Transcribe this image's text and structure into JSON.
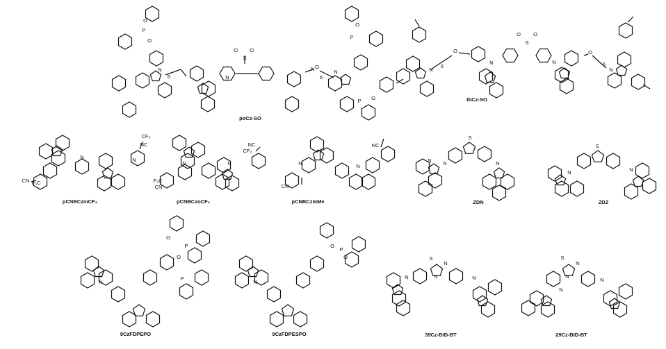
{
  "figure": {
    "structures": [
      {
        "id": "poCz-SO",
        "label": "poCz-SO",
        "atoms": [
          "P",
          "O",
          "O",
          "S",
          "O",
          "O",
          "N",
          "N",
          "N",
          "O",
          "N",
          "O",
          "P",
          "O",
          "P"
        ],
        "subscripts": [
          "6",
          "6"
        ]
      },
      {
        "id": "tbCz-SO",
        "label": "tbCz-SO",
        "atoms": [
          "N",
          "O",
          "S",
          "O",
          "O",
          "N",
          "N",
          "O",
          "N"
        ],
        "subscripts": [
          "6",
          "6"
        ]
      },
      {
        "id": "pCNBCzmCF3",
        "label": "pCNBCzmCF₃",
        "atoms": [
          "NC",
          "CF₃",
          "N",
          "N",
          "CN",
          "F₃C"
        ]
      },
      {
        "id": "pCNBCzoCF3",
        "label": "pCNBCzoCF₃",
        "atoms": [
          "NC",
          "CF₃",
          "N",
          "N",
          "F₃C",
          "CN"
        ]
      },
      {
        "id": "pCNBCzmMe",
        "label": "pCNBCzmMe",
        "atoms": [
          "NC",
          "N",
          "N",
          "CN"
        ]
      },
      {
        "id": "ZDN",
        "label": "ZDN",
        "atoms": [
          "S",
          "N",
          "N",
          "N"
        ]
      },
      {
        "id": "ZDZ",
        "label": "ZDZ",
        "atoms": [
          "S",
          "N",
          "N"
        ]
      },
      {
        "id": "9CzFDPEPO",
        "label": "9CzFDPEPO",
        "atoms": [
          "O",
          "P",
          "O",
          "P",
          "N"
        ]
      },
      {
        "id": "9CzFDPESPO",
        "label": "9CzFDPESPO",
        "atoms": [
          "O",
          "P",
          "O",
          "N"
        ]
      },
      {
        "id": "39Cz-BID-BT",
        "label": "39Cz-BID-BT",
        "atoms": [
          "S",
          "N",
          "N",
          "N",
          "N"
        ]
      },
      {
        "id": "29Cz-BID-BT",
        "label": "29Cz-BID-BT",
        "atoms": [
          "S",
          "N",
          "N",
          "N",
          "N"
        ]
      }
    ]
  }
}
